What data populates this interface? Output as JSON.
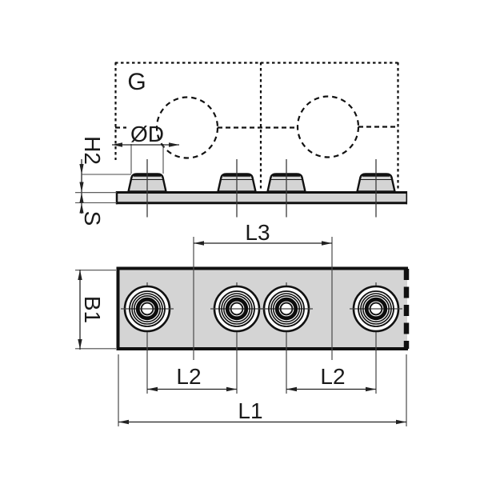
{
  "drawing": {
    "type": "technical-drawing",
    "views": {
      "side": {
        "station_label": "G",
        "boss_diameter_label": "ØD",
        "boss_height_label": "H2",
        "plate_thickness_label": "S"
      },
      "plan": {
        "plate_width_label": "B1",
        "station_pitch_label": "L3",
        "hole_pitch_left_label": "L2",
        "hole_pitch_right_label": "L2",
        "overall_length_label": "L1"
      }
    },
    "colors": {
      "background": "#ffffff",
      "outline": "#111111",
      "dimension_line": "#222222",
      "extension_line": "#4a4a4a",
      "plate_fill": "#d4d4d4",
      "bushing_fill": "#ffffff"
    }
  }
}
